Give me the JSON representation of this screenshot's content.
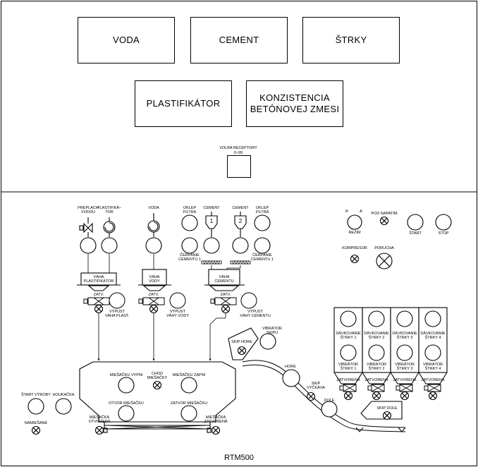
{
  "top_buttons": {
    "voda": "VODA",
    "cement": "CEMENT",
    "strky": "ŠTRKY",
    "plastifikator": "PLASTIFIKÁTOR",
    "konzistencia": "KONZISTENCIA\nBETÓNOVEJ  ZMESI"
  },
  "receptory": {
    "label_line1": "VOLBA  RECEPTORY",
    "label_line2": "0–99"
  },
  "dosing": {
    "preplach_line1": "PREPLACH",
    "preplach_line2": "VODOU",
    "plastifikator_line1": "PLASTIFIKÁ–",
    "plastifikator_line2": "TOR",
    "voda": "VODA",
    "oklep_filtra_line1": "OKLEP",
    "oklep_filtra_line2": "FILTRA",
    "cement1": "CEMENT",
    "cement2": "CEMENT",
    "silo1_no": "1",
    "silo2_no": "2",
    "oklep_filtra2_line1": "OKLEP",
    "oklep_filtra2_line2": "FILTRA",
    "cerpanie1_line1": "ČERPANIE",
    "cerpanie1_line2": "CEMENTU 1",
    "cerpanie2_line1": "ČERPANIE",
    "cerpanie2_line2": "CEMENTU 1"
  },
  "scales": {
    "plast_line1": "VÁHA",
    "plast_line2": "PLASTIFIKÁTOR",
    "voda_line1": "VÁHA",
    "voda_line2": "VODY",
    "cement_line1": "VÁHA",
    "cement_line2": "CEMENTU",
    "zatv": "ZATV.",
    "vypust_plast_line1": "VÝPUST",
    "vypust_plast_line2": "VÁHA PLAST.",
    "vypust_voda_line1": "VÝPUST",
    "vypust_voda_line2": "VÁHY VODY",
    "vypust_cement_line1": "VÝPUST",
    "vypust_cement_line2": "VÁHY CEMENTU"
  },
  "controls": {
    "r": "R",
    "a": "A",
    "rezim": "REŽIM",
    "pod_napatim": "POD NAPATÍM",
    "start": "ŠTART",
    "stop": "STOP",
    "kompresor": "KOMPRESOR",
    "porucha": "PORUCHA"
  },
  "mixer": {
    "miesacku_vypni": "MIEŠAČKU  VYPNI",
    "chod_line1": "CHOD",
    "chod_line2": "MIEŠAČKY",
    "miesacku_zapni": "MIEŠAČKU  ZAPNI",
    "otvor": "OTVOR  MIEŠAČKU",
    "zatvor": "ZATVOR  MIEŠAČKU",
    "otvorena_line1": "MIEŠAČKA",
    "otvorena_line2": "OTVORENÁ",
    "zatvorena_line1": "MIEŠAČKA",
    "zatvorena_line2": "ZATVORENÁ"
  },
  "left_controls": {
    "start_vyroby": "ŠTART  VÝROBY",
    "houkacka": "HOUKAČKA",
    "namiesane": "NAMIEŠANÉ"
  },
  "skip": {
    "skip_hore": "SKIP  HORE",
    "vibrator_line1": "VIBRÁTOR",
    "vibrator_line2": "SKIPU",
    "hore": "HORE",
    "vyckava_line1": "SKIP",
    "vyckava_line2": "VYČKÁVA",
    "dole": "DOLE",
    "skip_dole": "SKIP  DOLE"
  },
  "aggregate": {
    "davkovanie": [
      {
        "line1": "DÁVKOVANIE",
        "line2": "ŠTRKY  1"
      },
      {
        "line1": "DÁVKOVANIE",
        "line2": "ŠTRKY  2"
      },
      {
        "line1": "DÁVKOVANIE",
        "line2": "ŠTRKY  3"
      },
      {
        "line1": "DÁVKOVANIE",
        "line2": "ŠTRKY  4"
      }
    ],
    "vibrator": [
      {
        "line1": "VIBRÁTOR",
        "line2": "ŠTRKY  1"
      },
      {
        "line1": "VIBRÁTOR",
        "line2": "ŠTRKY  2"
      },
      {
        "line1": "VIBRÁTOR",
        "line2": "ŠTRKY  3"
      },
      {
        "line1": "VIBRÁTOR",
        "line2": "ŠTRKY  4"
      }
    ],
    "zatvorena": "ZATVORENÁ"
  },
  "footer": "RTM500"
}
